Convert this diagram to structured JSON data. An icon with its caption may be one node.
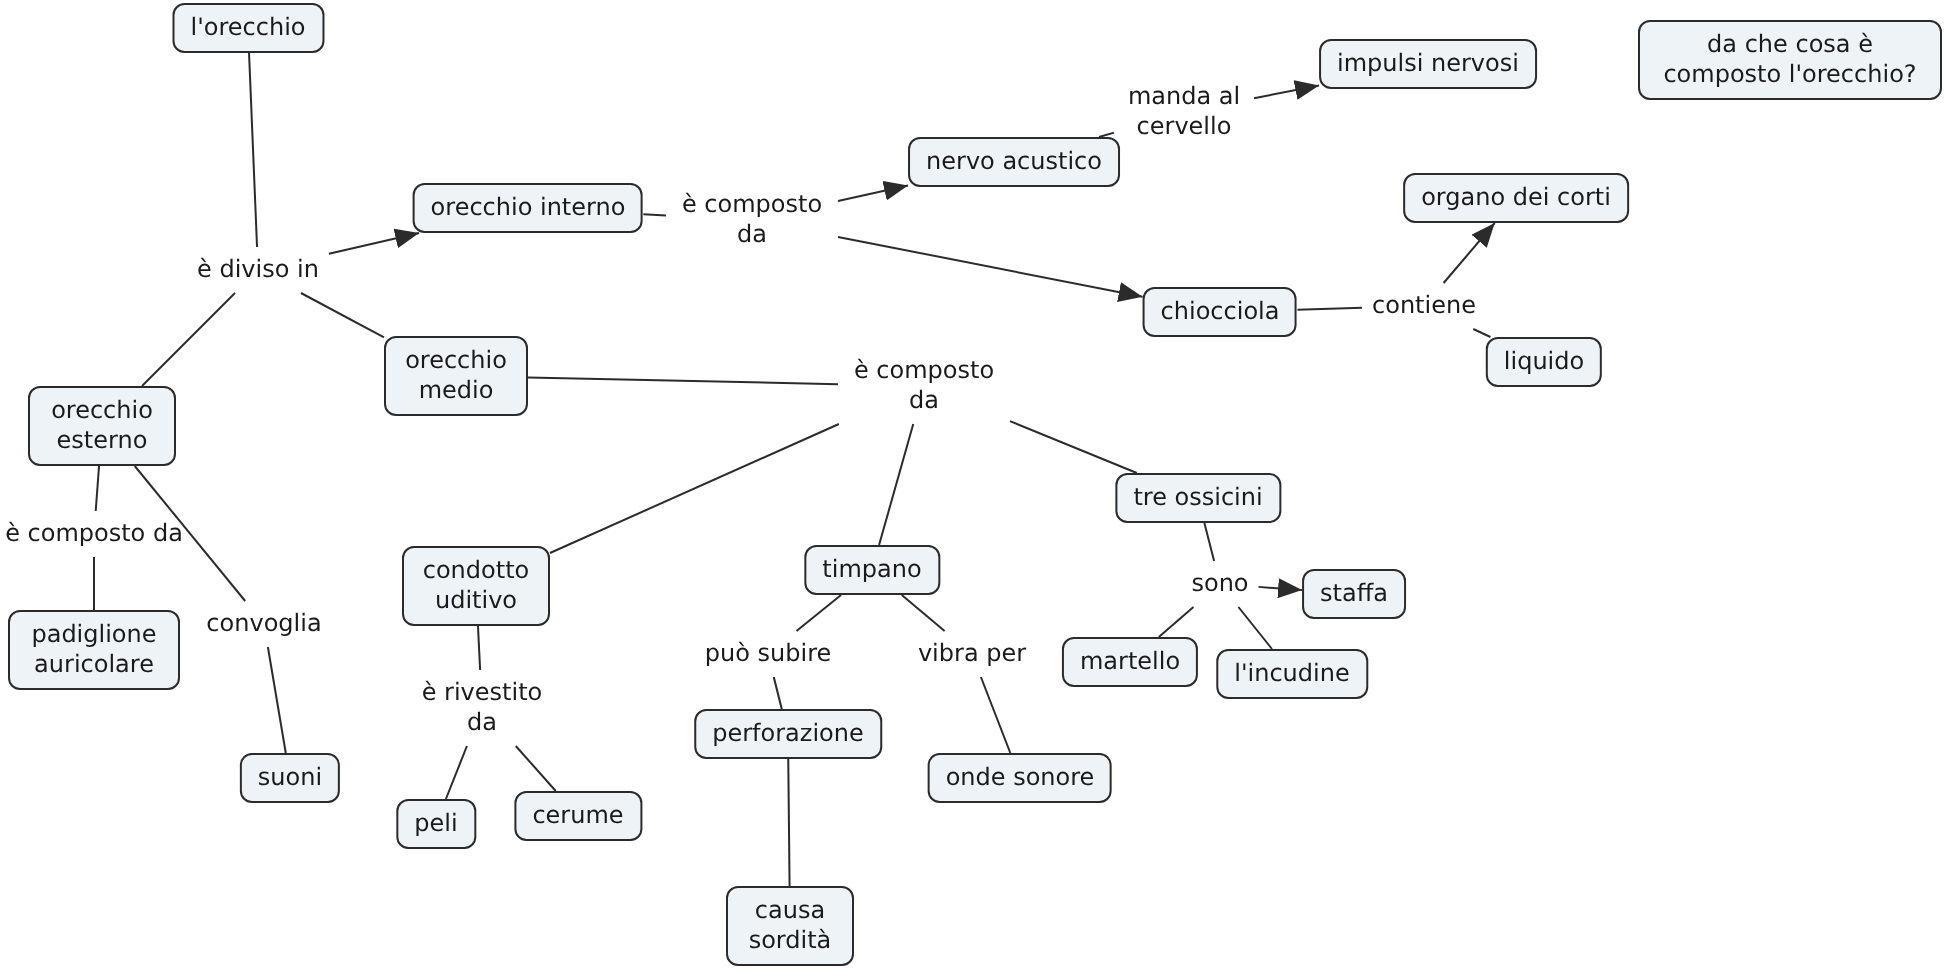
{
  "diagram": {
    "nodes": [
      {
        "text": [
          "l'orecchio"
        ]
      },
      {
        "text": [
          "è diviso in"
        ]
      },
      {
        "text": [
          "orecchio interno"
        ]
      },
      {
        "text": [
          "è composto da"
        ]
      },
      {
        "text": [
          "nervo acustico"
        ]
      },
      {
        "text": [
          "manda al cervello"
        ]
      },
      {
        "text": [
          "impulsi nervosi"
        ]
      },
      {
        "text": [
          "da che cosa è composto l'orecchio?"
        ]
      },
      {
        "text": [
          "chiocciola"
        ]
      },
      {
        "text": [
          "contiene"
        ]
      },
      {
        "text": [
          "organo dei corti"
        ]
      },
      {
        "text": [
          "liquido"
        ]
      },
      {
        "text": [
          "orecchio medio"
        ]
      },
      {
        "text": [
          "è composto da"
        ]
      },
      {
        "text": [
          "orecchio esterno"
        ]
      },
      {
        "text": [
          "è composto da"
        ]
      },
      {
        "text": [
          "padiglione auricolare"
        ]
      },
      {
        "text": [
          "convoglia"
        ]
      },
      {
        "text": [
          "suoni"
        ]
      },
      {
        "text": [
          "condotto uditivo"
        ]
      },
      {
        "text": [
          "è rivestito da"
        ]
      },
      {
        "text": [
          "peli"
        ]
      },
      {
        "text": [
          "cerume"
        ]
      },
      {
        "text": [
          "timpano"
        ]
      },
      {
        "text": [
          "può subire"
        ]
      },
      {
        "text": [
          "vibra per"
        ]
      },
      {
        "text": [
          "perforazione"
        ]
      },
      {
        "text": [
          "onde sonore"
        ]
      },
      {
        "text": [
          "causa sordità"
        ]
      },
      {
        "text": [
          "tre ossicini"
        ]
      },
      {
        "text": [
          "sono"
        ]
      },
      {
        "text": [
          "staffa"
        ]
      },
      {
        "text": [
          "martello"
        ]
      },
      {
        "text": [
          "l'incudine"
        ]
      }
    ],
    "edges": [
      {
        "from": 0,
        "to": 1,
        "arrow": "none"
      },
      {
        "from": 1,
        "to": 2,
        "arrow": "to"
      },
      {
        "from": 1,
        "to": 12,
        "arrow": "none"
      },
      {
        "from": 1,
        "to": 14,
        "arrow": "none"
      },
      {
        "from": 2,
        "to": 3,
        "arrow": "none"
      },
      {
        "from": 3,
        "to": 4,
        "arrow": "to"
      },
      {
        "from": 3,
        "to": 8,
        "arrow": "to"
      },
      {
        "from": 4,
        "to": 5,
        "arrow": "none"
      },
      {
        "from": 5,
        "to": 6,
        "arrow": "to"
      },
      {
        "from": 8,
        "to": 9,
        "arrow": "none"
      },
      {
        "from": 9,
        "to": 10,
        "arrow": "to"
      },
      {
        "from": 9,
        "to": 11,
        "arrow": "none"
      },
      {
        "from": 12,
        "to": 13,
        "arrow": "none"
      },
      {
        "from": 13,
        "to": 19,
        "arrow": "none"
      },
      {
        "from": 13,
        "to": 23,
        "arrow": "none"
      },
      {
        "from": 13,
        "to": 29,
        "arrow": "none"
      },
      {
        "from": 14,
        "to": 15,
        "arrow": "none"
      },
      {
        "from": 15,
        "to": 16,
        "arrow": "none"
      },
      {
        "from": 14,
        "to": 17,
        "arrow": "none"
      },
      {
        "from": 17,
        "to": 18,
        "arrow": "none"
      },
      {
        "from": 19,
        "to": 20,
        "arrow": "none"
      },
      {
        "from": 20,
        "to": 21,
        "arrow": "none"
      },
      {
        "from": 20,
        "to": 22,
        "arrow": "none"
      },
      {
        "from": 23,
        "to": 24,
        "arrow": "none"
      },
      {
        "from": 24,
        "to": 26,
        "arrow": "none"
      },
      {
        "from": 23,
        "to": 25,
        "arrow": "none"
      },
      {
        "from": 25,
        "to": 27,
        "arrow": "none"
      },
      {
        "from": 26,
        "to": 28,
        "arrow": "none"
      },
      {
        "from": 29,
        "to": 30,
        "arrow": "none"
      },
      {
        "from": 30,
        "to": 31,
        "arrow": "to"
      },
      {
        "from": 30,
        "to": 32,
        "arrow": "none"
      },
      {
        "from": 30,
        "to": 33,
        "arrow": "none"
      }
    ]
  }
}
